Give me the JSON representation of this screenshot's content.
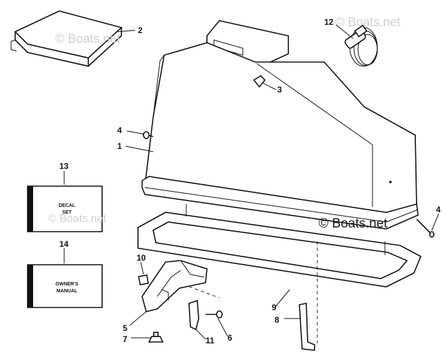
{
  "watermark": {
    "brand": "© Boats.net",
    "faint_a": "© Boats.net",
    "faint_b": "© Boats.net",
    "faint_c": "© Boats.net"
  },
  "decal_box": {
    "line1": "DECAL",
    "line2": "SET"
  },
  "manual_box": {
    "line1": "OWNER'S",
    "line2": "MANUAL"
  },
  "callouts": {
    "c1": "1",
    "c2": "2",
    "c3": "3",
    "c4a": "4",
    "c4b": "4",
    "c5": "5",
    "c6": "6",
    "c7": "7",
    "c8": "8",
    "c9": "9",
    "c10": "10",
    "c11": "11",
    "c12": "12",
    "c13": "13",
    "c14": "14"
  }
}
